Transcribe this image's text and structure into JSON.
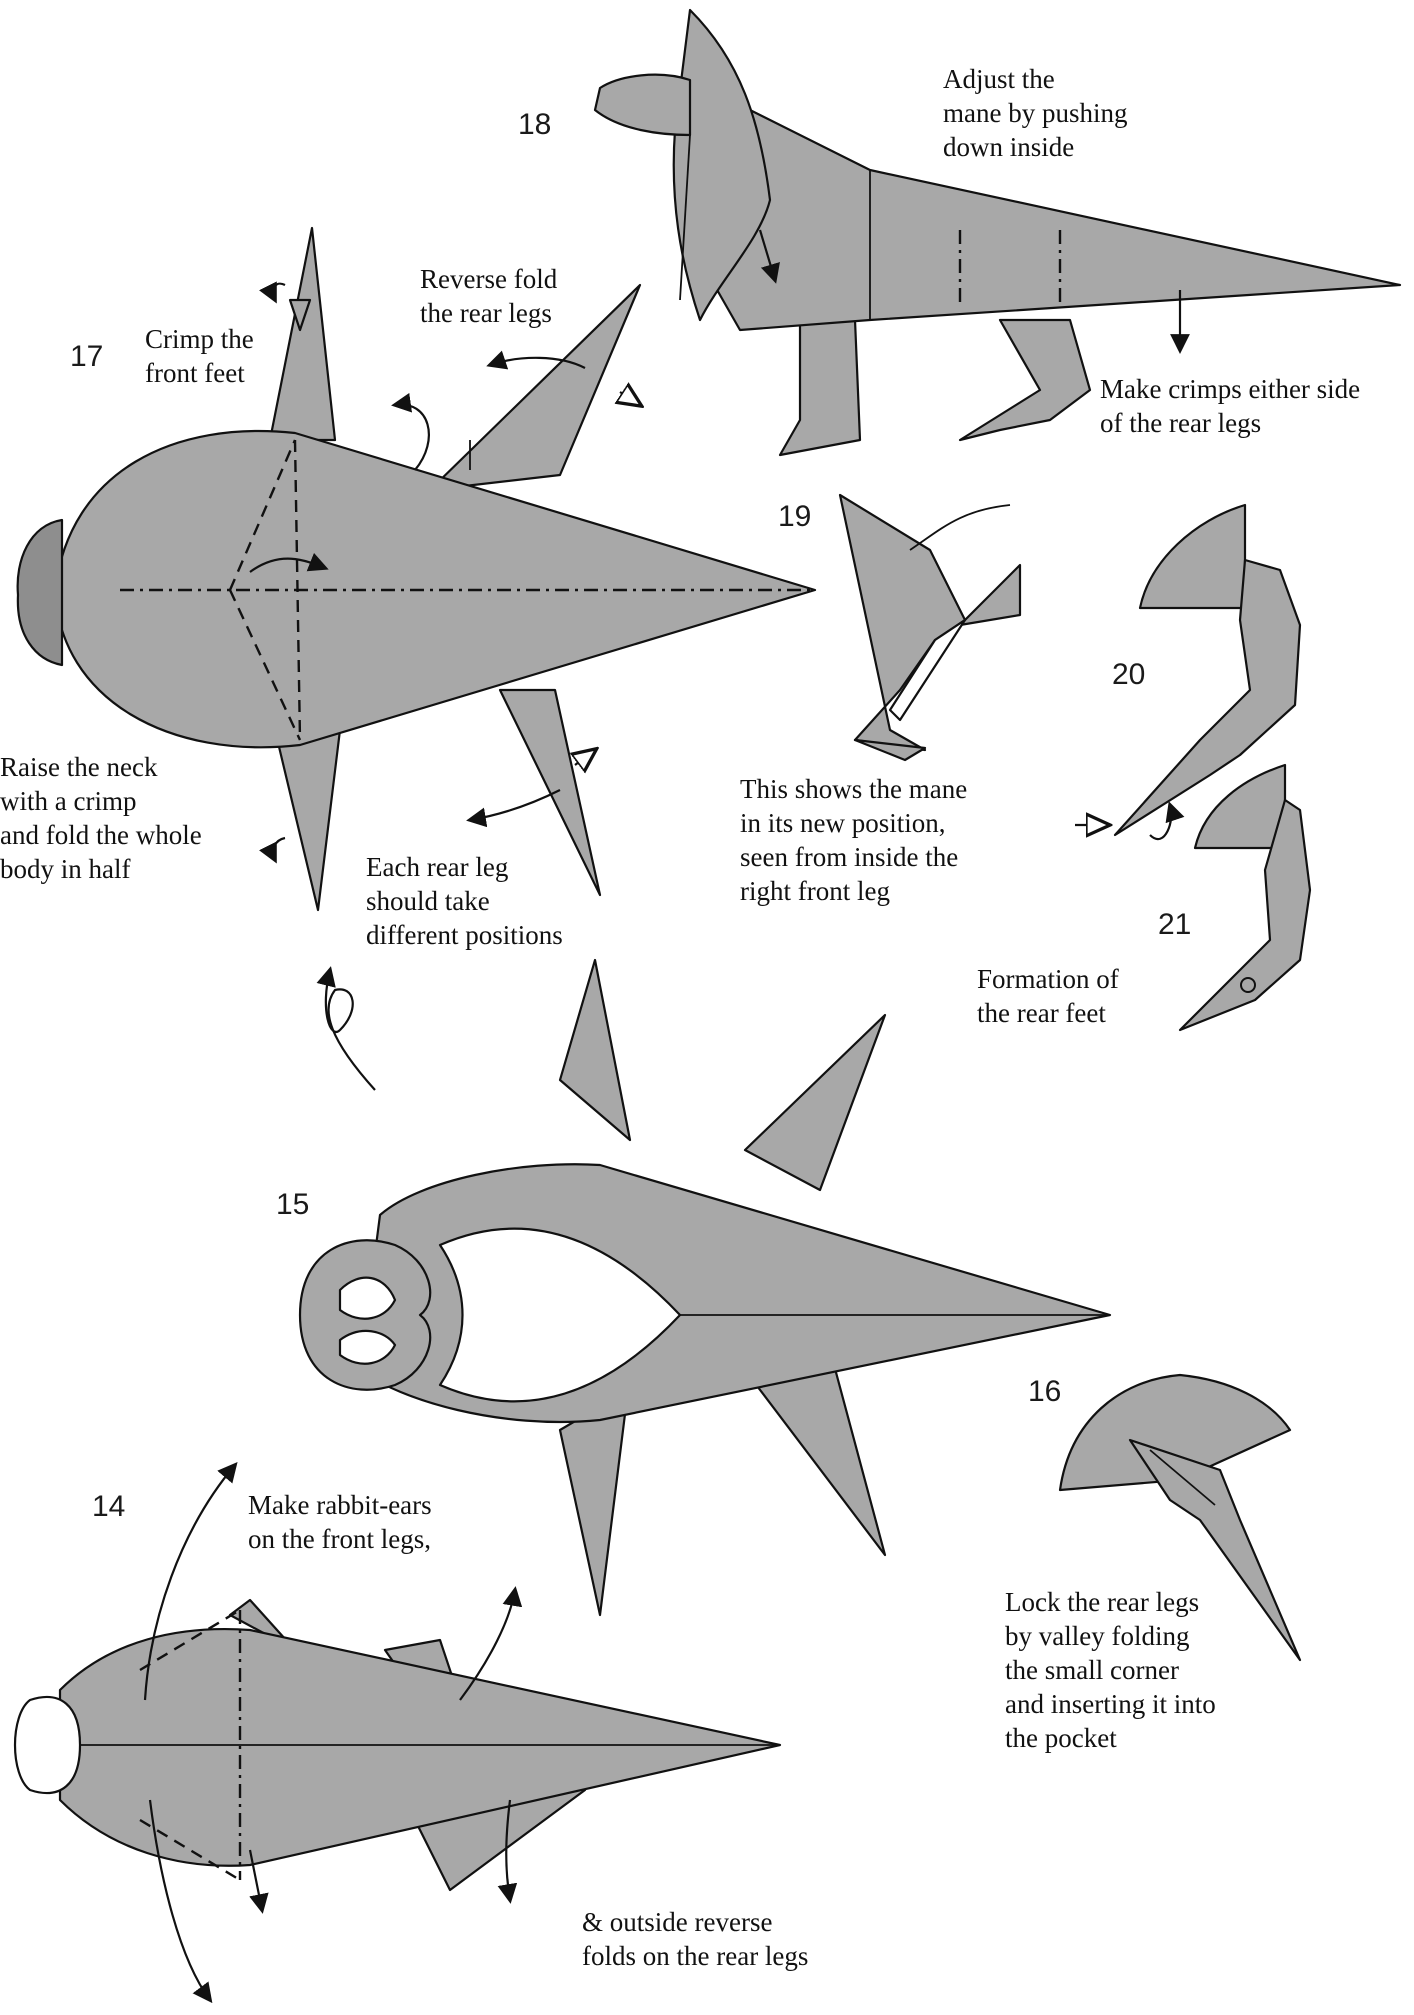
{
  "steps": {
    "s14": {
      "number": "14",
      "caption_a": "Make rabbit-ears\non the front legs,",
      "caption_b": "& outside reverse\nfolds on the rear legs"
    },
    "s15": {
      "number": "15"
    },
    "s16": {
      "number": "16",
      "caption": "Lock the rear legs\nby valley folding\nthe small corner\nand inserting it into\nthe pocket"
    },
    "s17": {
      "number": "17",
      "caption_crimp": "Crimp the\nfront feet",
      "caption_reverse": "Reverse fold\nthe rear legs",
      "caption_neck": "Raise the neck\nwith a crimp\nand fold the whole\nbody in half",
      "caption_rear": "Each rear leg\nshould take\ndifferent positions"
    },
    "s18": {
      "number": "18",
      "caption_mane": "Adjust the\nmane by pushing\ndown inside",
      "caption_crimps": "Make crimps either side\nof the rear legs"
    },
    "s19": {
      "number": "19",
      "caption": "This shows the mane\nin its new position,\nseen from inside the\nright front leg"
    },
    "s20": {
      "number": "20"
    },
    "s21": {
      "number": "21",
      "caption": "Formation of\nthe rear feet"
    }
  },
  "colors": {
    "paper": "#a8a8a8",
    "ink": "#111111"
  }
}
